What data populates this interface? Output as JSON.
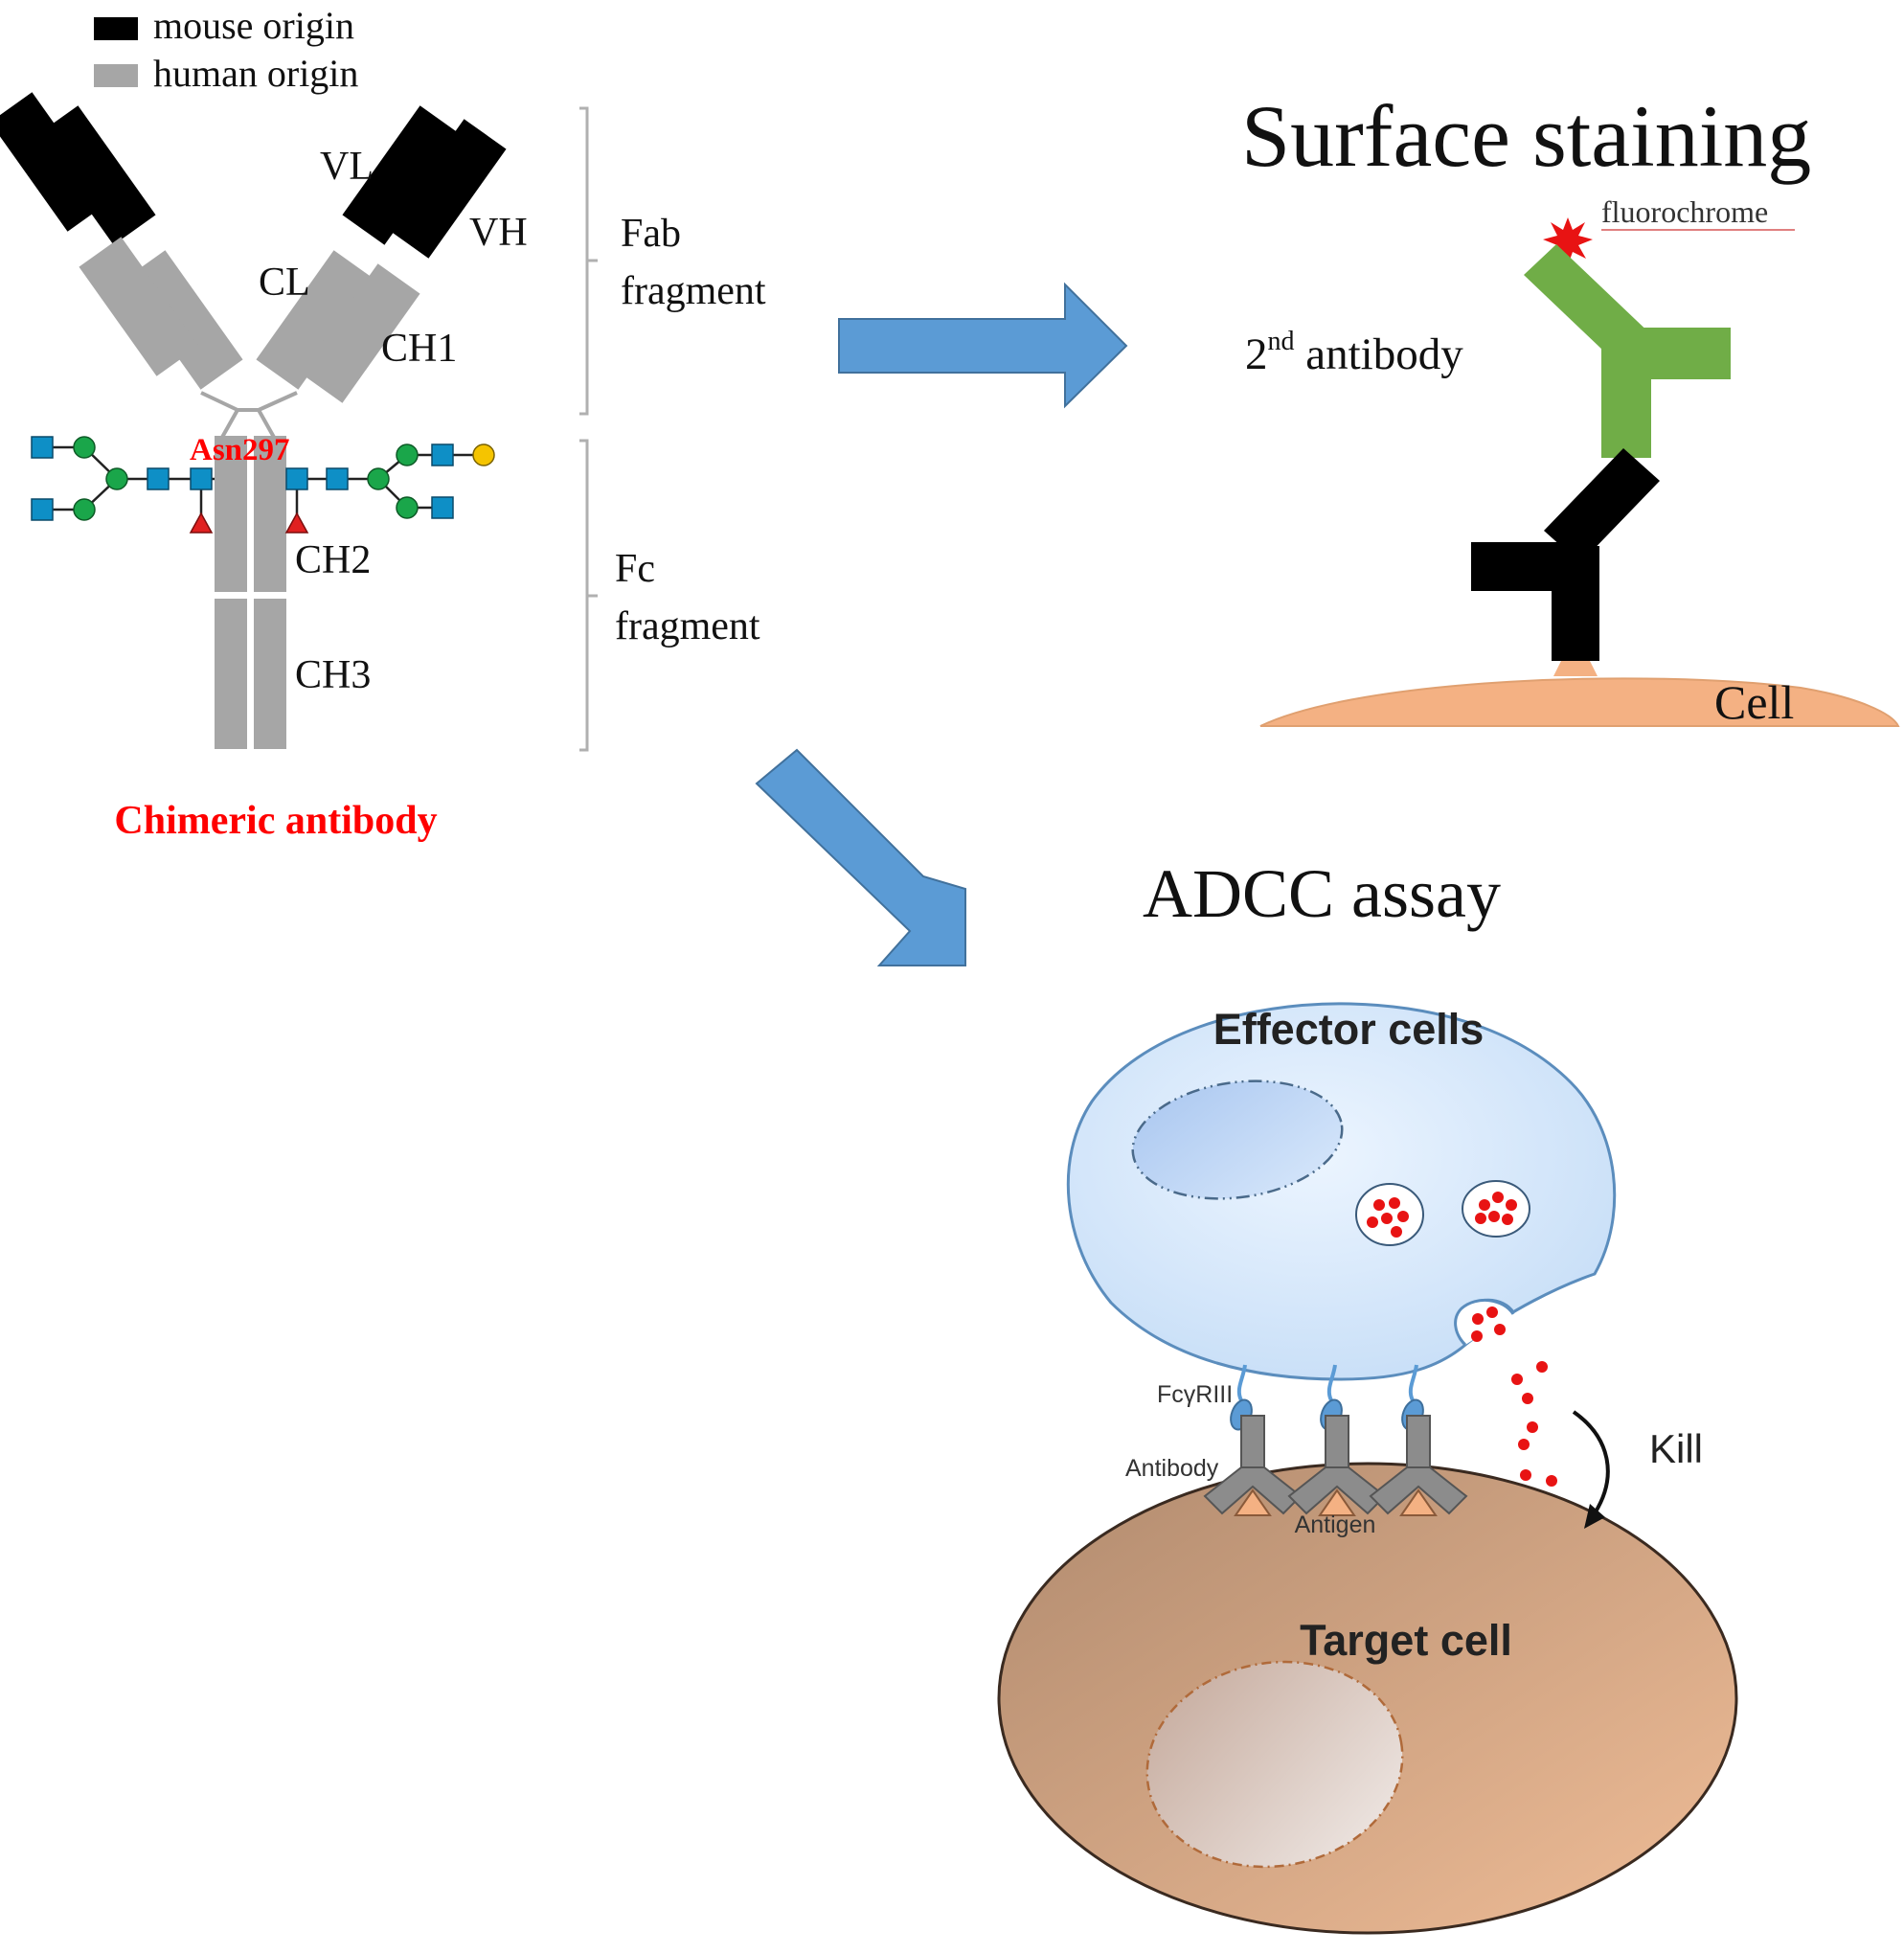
{
  "legend": {
    "mouse_label": "mouse origin",
    "human_label": "human origin",
    "mouse_color": "#000000",
    "human_color": "#a6a6a6"
  },
  "antibody": {
    "vl": "VL",
    "vh": "VH",
    "cl": "CL",
    "ch1": "CH1",
    "ch2": "CH2",
    "ch3": "CH3",
    "glycosite": "Asn297",
    "caption": "Chimeric antibody",
    "fab_line1": "Fab",
    "fab_line2": "fragment",
    "fc_line1": "Fc",
    "fc_line2": "fragment"
  },
  "surface": {
    "title": "Surface staining",
    "fluoro": "fluorochrome",
    "second_prefix": "2",
    "second_sup": "nd",
    "second_suffix": " antibody",
    "cell": "Cell"
  },
  "adcc": {
    "title": "ADCC assay",
    "effector": "Effector cells",
    "receptor": "FcγRIII",
    "antibody": "Antibody",
    "antigen": "Antigen",
    "kill": "Kill",
    "target": "Target cell"
  },
  "colors": {
    "arrow": "#5b9bd5",
    "glycan_square": "#0e8fc6",
    "glycan_circle": "#1aa64a",
    "glycan_triangle": "#e02020",
    "galactose": "#f5c400",
    "secondary_antibody": "#70ad47",
    "cell_surface": "#f4b183",
    "granule": "#e81313",
    "red_text": "#ff0000"
  }
}
